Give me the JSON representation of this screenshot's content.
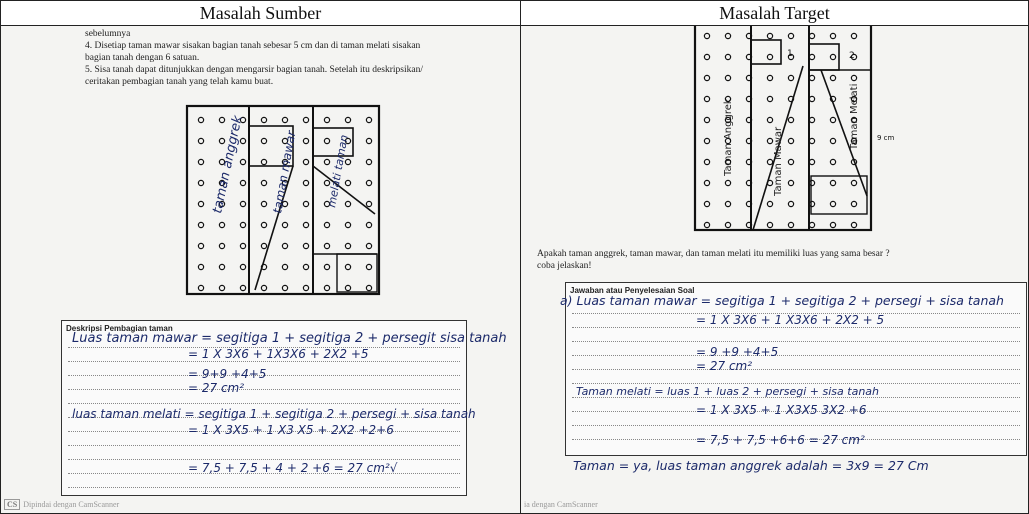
{
  "headers": {
    "left": "Masalah Sumber",
    "right": "Masalah Target"
  },
  "left": {
    "top_lines": [
      "sebelumnya",
      "4.  Disetiap taman mawar sisakan bagian tanah sebesar 5 cm dan di taman melati sisakan",
      "     bagian tanah dengan 6 satuan.",
      "5.  Sisa tanah dapat ditunjukkan dengan mengarsir bagian tanah. Setelah itu deskripsikan/",
      "     ceritakan pembagian tanah yang telah kamu buat."
    ],
    "grid_labels": [
      "taman anggrek",
      "taman mawar",
      "melati taman"
    ],
    "desc_title": "Deskripsi Pembagian taman",
    "hand_lines": [
      "Luas taman mawar = segitiga 1 + segitiga 2 + persegit sisa tanah",
      "= 1 X 3X6 + 1X3X6 + 2X2 +5",
      "= 9+9 +4+5",
      "= 27 cm²",
      "luas taman melati = segitiga 1 + segitiga 2 + persegi + sisa tanah",
      "= 1 X 3X5 + 1 X3 X5 + 2X2 +2+6",
      "= 7,5 + 7,5 + 4 + 2 +6 = 27 cm²√"
    ],
    "scanner": "Dipindai dengan CamScanner",
    "cs": "CS"
  },
  "right": {
    "grid_labels": [
      "Taman Anggrek",
      "Taman Mawar",
      "Taman Melati",
      "1",
      "2",
      "9 cm"
    ],
    "question": [
      "Apakah taman anggrek, taman mawar, dan taman melati itu memiliki luas yang sama besar ?",
      "coba jelaskan!"
    ],
    "answer_title": "Jawaban atau Penyelesaian Soal",
    "hand_lines": [
      "a) Luas taman mawar = segitiga 1 + segitiga 2 + persegi + sisa tanah",
      "= 1 X 3X6 + 1 X3X6 + 2X2 + 5",
      "= 9 +9 +4+5",
      "= 27 cm²",
      "Taman melati = luas 1 + luas 2 + persegi + sisa tanah",
      "= 1 X 3X5 + 1 X3X5 3X2 +6",
      "= 7,5 + 7,5 +6+6 = 27 cm²",
      "Taman = ya, luas taman anggrek adalah = 3x9 = 27 Cm"
    ],
    "scanner": "ia dengan CamScanner"
  }
}
